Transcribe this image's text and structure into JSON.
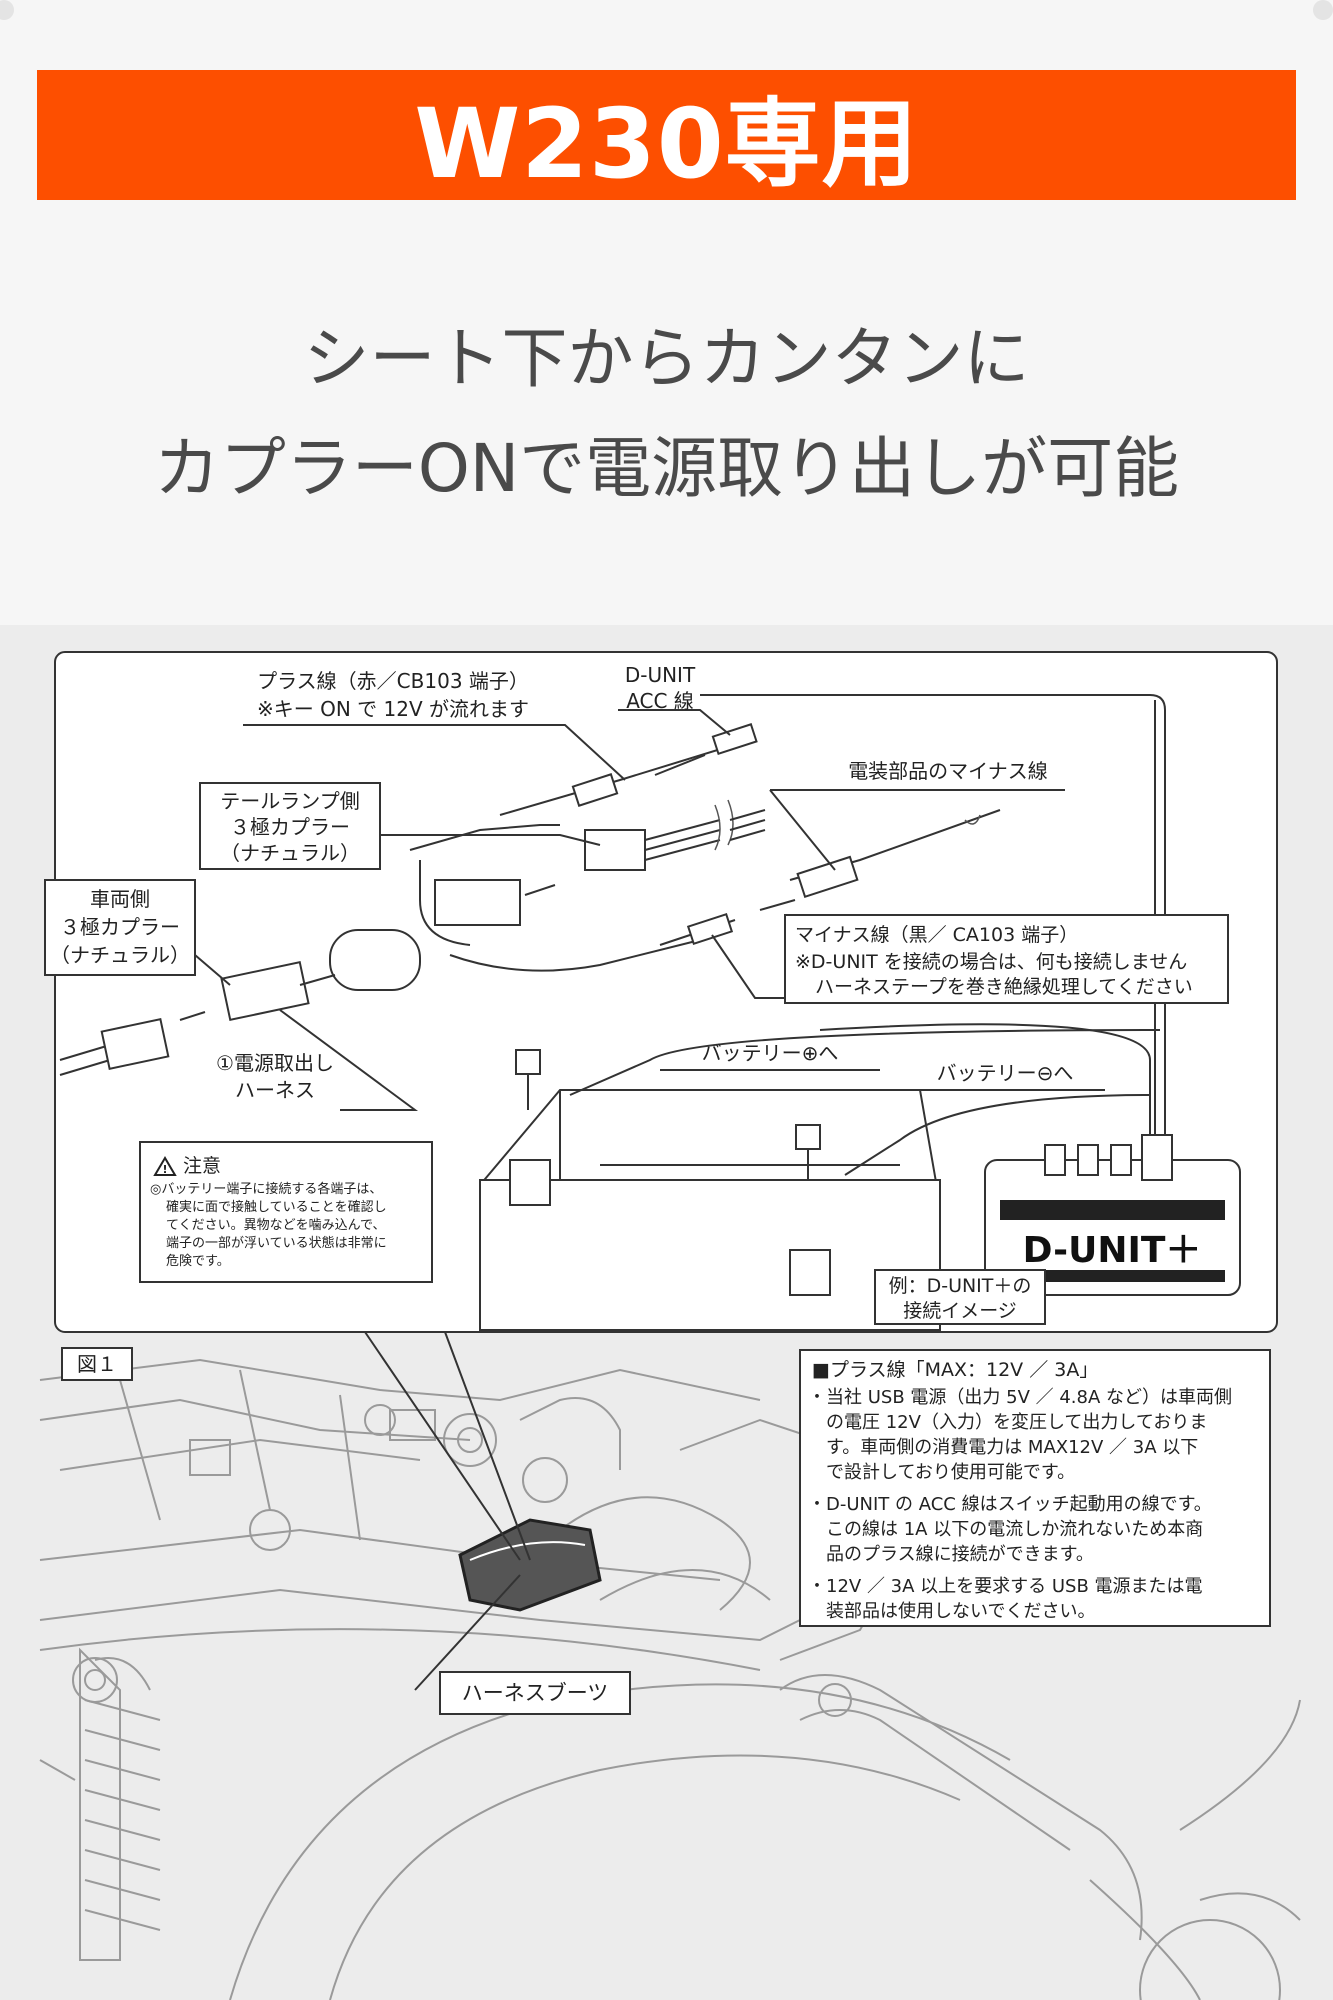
{
  "banner": {
    "title": "W230専用"
  },
  "lead": {
    "line1": "シート下からカンタンに",
    "line2": "カプラーONで電源取り出しが可能"
  },
  "diagram": {
    "plus_line": {
      "line1": "プラス線（赤／CB103 端子）",
      "line2": "※キー ON で 12V が流れます"
    },
    "dunit_acc": {
      "line1": "D-UNIT",
      "line2": "ACC 線"
    },
    "electrical_minus": "電装部品のマイナス線",
    "tail_lamp": {
      "line1": "テールランプ側",
      "line2": "３極カプラー",
      "line3": "（ナチュラル）"
    },
    "vehicle_side": {
      "line1": "車両側",
      "line2": "３極カプラー",
      "line3": "（ナチュラル）"
    },
    "minus_line": {
      "line1": "マイナス線（黒／ CA103 端子）",
      "line2": "※D-UNIT を接続の場合は、何も接続しません",
      "line3": "ハーネステープを巻き絶縁処理してください"
    },
    "harness": {
      "line1": "①電源取出し",
      "line2": "ハーネス"
    },
    "battery_plus": "バッテリー⊕へ",
    "battery_minus": "バッテリー⊖へ",
    "caution": {
      "title": "注意",
      "lines": [
        "◎バッテリー端子に接続する各端子は、",
        "確実に面で接触していることを確認し",
        "てください。異物などを噛み込んで、",
        "端子の一部が浮いている状態は非常に",
        "危険です。"
      ]
    },
    "dunit_label": "D-UNIT＋",
    "example": {
      "line1": "例：D-UNIT＋の",
      "line2": "接続イメージ"
    },
    "fig_label": "図１",
    "boots": "ハーネスブーツ",
    "spec": {
      "title": "■プラス線「MAX：12V ／ 3A」",
      "lines": [
        "・当社 USB 電源（出力 5V ／ 4.8A など）は車両側",
        "　の電圧 12V（入力）を変圧して出力しておりま",
        "　す。車両側の消費電力は MAX12V ／ 3A 以下",
        "　で設計しており使用可能です。",
        "・D-UNIT の ACC 線はスイッチ起動用の線です。",
        "　この線は 1A 以下の電流しか流れないため本商",
        "　品のプラス線に接続ができます。",
        "・12V ／ 3A 以上を要求する USB 電源または電",
        "　装部品は使用しないでください。"
      ]
    }
  }
}
